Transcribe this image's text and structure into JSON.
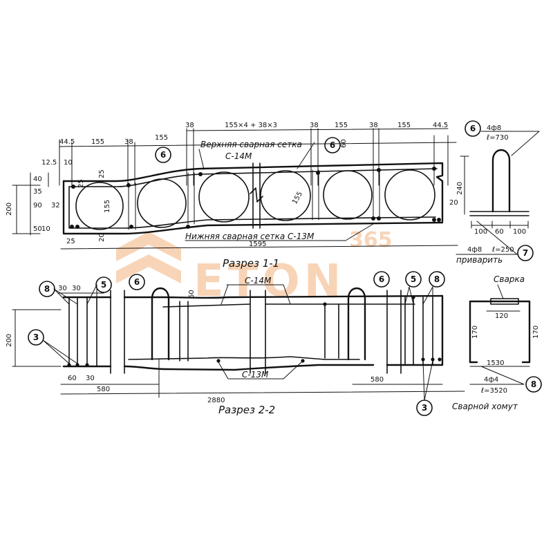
{
  "labels": {
    "upper_mesh": "Верхняя сварная сетка",
    "upper_mesh_code": "С-14М",
    "lower_mesh": "Нижняя сварная сетка С-13М",
    "section_1_1": "Разрез 1-1",
    "section_2_2": "Разрез 2-2",
    "top_mesh_2": "С-14М",
    "bottom_mesh_2": "С-13М",
    "weld": "Сварка",
    "welded_stirrup": "Сварной хомут",
    "weld_instruction": "приварить"
  },
  "callouts": {
    "c6": "6",
    "c7": "7",
    "c8": "8",
    "c5": "5",
    "c3": "3"
  },
  "dims_section1": {
    "top": [
      "44.5",
      "155",
      "38",
      "155",
      "38",
      "155×4 + 38×3",
      "38",
      "155",
      "38",
      "155",
      "44.5"
    ],
    "left": [
      "12.5",
      "10",
      "25",
      "40",
      "35",
      "32",
      "90",
      "50",
      "10",
      "200",
      "25",
      "25",
      "20"
    ],
    "circle": [
      "155",
      "155"
    ],
    "right": [
      "60",
      "20"
    ],
    "length": "1595"
  },
  "loop_detail": {
    "bar": "4ф8",
    "length": "ℓ=730",
    "height": "240",
    "bottom": [
      "100",
      "60",
      "100"
    ],
    "bar2": "4ф8",
    "length2": "ℓ=250"
  },
  "dims_section2": {
    "height": "200",
    "spacing": [
      "30",
      "30"
    ],
    "bottom": [
      "60",
      "30"
    ],
    "end_len_left": "580",
    "end_len_right": "580",
    "total": "2880",
    "loop_h": "60"
  },
  "stirrup": {
    "width": "120",
    "left_h": "170",
    "right_h": "170",
    "bottom": "1530",
    "bar": "4ф4",
    "length": "ℓ=3520"
  },
  "watermark": {
    "number": "365",
    "brand": "ETON"
  }
}
